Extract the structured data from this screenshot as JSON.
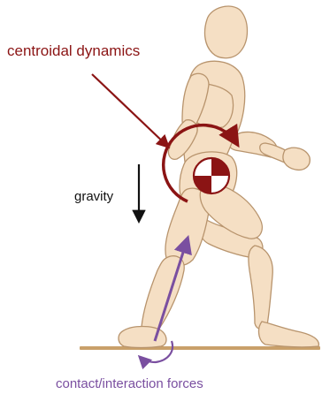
{
  "labels": {
    "centroidal": "centroidal dynamics",
    "gravity": "gravity",
    "contact": "contact/interaction forces"
  },
  "colors": {
    "centroidal": "#8b1414",
    "contact": "#7a4fa0",
    "body_fill": "#f5dfc4",
    "body_stroke": "#b8946d",
    "ground": "#c9a06a"
  },
  "icons": [
    "center-of-mass-icon",
    "gravity-arrow-icon",
    "rotation-arrow-icon"
  ]
}
